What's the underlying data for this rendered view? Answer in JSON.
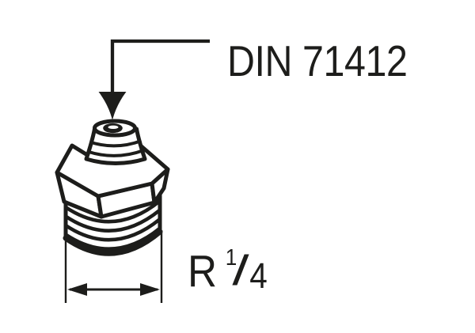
{
  "labels": {
    "standard": "DIN 71412",
    "thread_size": {
      "prefix": "R",
      "numerator": "1",
      "fraction_slash": "/",
      "denominator": "4"
    }
  },
  "colors": {
    "ink": "#1d1d1b",
    "background": "#ffffff"
  },
  "icons": {
    "leader_arrowhead": "solid-down-arrow",
    "dimension_arrows": "double-headed-horizontal-arrow"
  }
}
